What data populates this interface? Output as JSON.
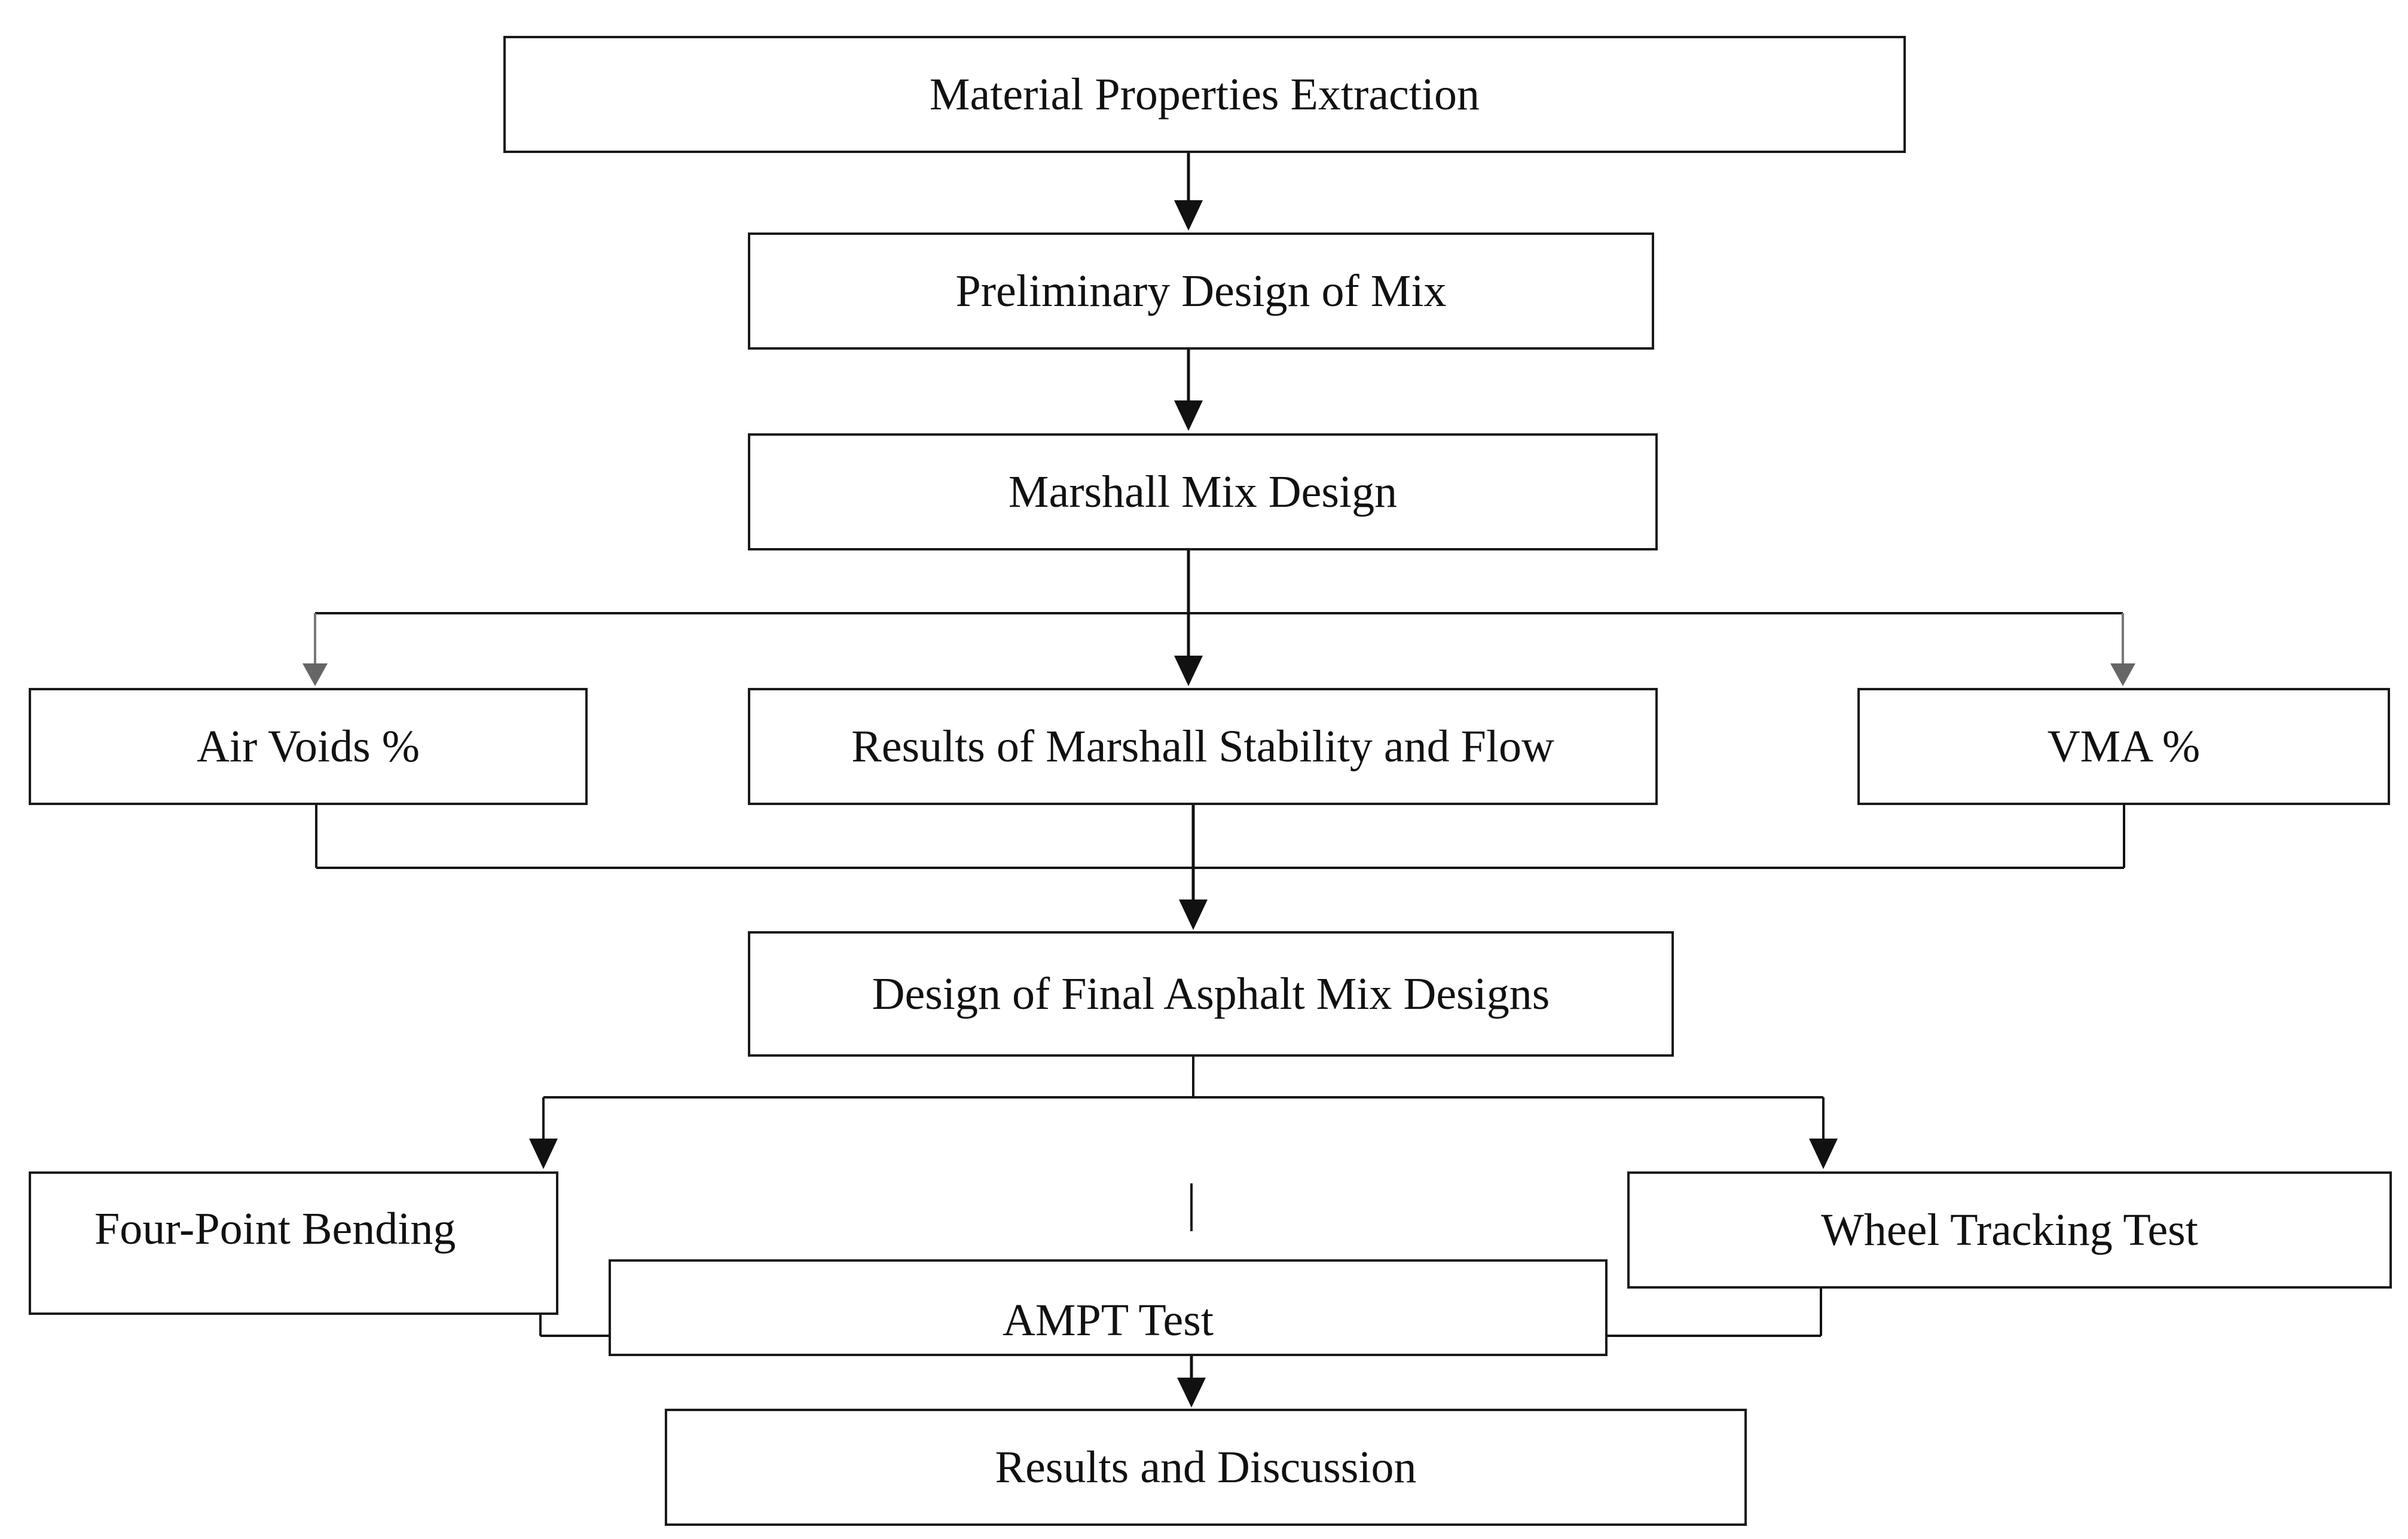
{
  "diagram": {
    "nodes": {
      "material": "Material Properties Extraction",
      "prelim": "Preliminary Design of Mix",
      "marshall": "Marshall Mix Design",
      "air_voids": "Air Voids %",
      "results_ms": "Results of Marshall Stability and Flow",
      "vma": "VMA %",
      "final": "Design of Final Asphalt Mix Designs",
      "four_point": "Four-Point Bending",
      "wheel": "Wheel Tracking Test",
      "ampt": "AMPT Test",
      "discussion": "Results and Discussion"
    },
    "edges": [
      {
        "from": "material",
        "to": "prelim"
      },
      {
        "from": "prelim",
        "to": "marshall"
      },
      {
        "from": "marshall",
        "to": "air_voids"
      },
      {
        "from": "marshall",
        "to": "results_ms"
      },
      {
        "from": "marshall",
        "to": "vma"
      },
      {
        "from": "air_voids",
        "to": "final"
      },
      {
        "from": "results_ms",
        "to": "final"
      },
      {
        "from": "vma",
        "to": "final"
      },
      {
        "from": "final",
        "to": "four_point"
      },
      {
        "from": "final",
        "to": "wheel"
      },
      {
        "from": "four_point",
        "to": "discussion"
      },
      {
        "from": "ampt",
        "to": "discussion"
      },
      {
        "from": "wheel",
        "to": "discussion"
      }
    ],
    "colors": {
      "line": "#111111",
      "grey_arrow": "#666666",
      "box_border": "#1a1a1a",
      "text": "#111111"
    }
  }
}
